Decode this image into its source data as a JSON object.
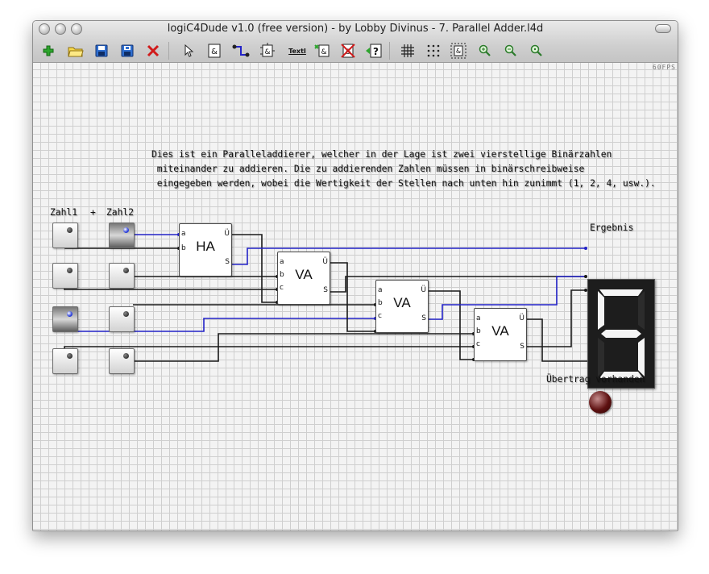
{
  "window": {
    "title": "logiC4Dude v1.0 (free version) - by Lobby Divinus - 7. Parallel Adder.l4d"
  },
  "toolbar": {
    "items": [
      {
        "name": "new-icon",
        "tooltip": "New"
      },
      {
        "name": "open-folder-icon",
        "tooltip": "Open"
      },
      {
        "name": "save-icon",
        "tooltip": "Save"
      },
      {
        "name": "save-as-icon",
        "tooltip": "Save As"
      },
      {
        "name": "delete-icon",
        "tooltip": "Delete"
      },
      {
        "name": "pointer-icon",
        "tooltip": "Select"
      },
      {
        "name": "and-gate-icon",
        "tooltip": "Gate"
      },
      {
        "name": "wire-icon",
        "tooltip": "Wire"
      },
      {
        "name": "component-icon",
        "tooltip": "Component"
      },
      {
        "name": "text-icon",
        "tooltip": "Text"
      },
      {
        "name": "edit-gate-icon",
        "tooltip": "Edit Gate"
      },
      {
        "name": "remove-gate-icon",
        "tooltip": "Remove Gate"
      },
      {
        "name": "help-icon",
        "tooltip": "Help"
      },
      {
        "name": "grid-icon",
        "tooltip": "Grid"
      },
      {
        "name": "dot-grid-icon",
        "tooltip": "Dot Grid"
      },
      {
        "name": "frame-icon",
        "tooltip": "Frame"
      },
      {
        "name": "zoom-in-icon",
        "tooltip": "Zoom In"
      },
      {
        "name": "zoom-out-icon",
        "tooltip": "Zoom Out"
      },
      {
        "name": "zoom-reset-icon",
        "tooltip": "Zoom Reset"
      }
    ],
    "text_label": "TextI"
  },
  "canvas": {
    "fps": "60FPS",
    "description": [
      "Dies ist ein Paralleladdierer, welcher in der Lage ist zwei vierstellige Binärzahlen",
      " miteinander zu addieren. Die zu addierenden Zahlen müssen in binärschreibweise",
      " eingegeben werden, wobei die Wertigkeit der Stellen nach unten hin zunimmt (1, 2, 4, usw.)."
    ],
    "input_labels": {
      "a": "Zahl1",
      "plus": "+",
      "b": "Zahl2"
    },
    "zahl1_bits": [
      false,
      false,
      true,
      false
    ],
    "zahl2_bits": [
      true,
      false,
      false,
      false
    ],
    "gates": [
      {
        "name": "HA",
        "pins_in": [
          "a",
          "b"
        ],
        "pins_out": [
          "Ü",
          "S"
        ]
      },
      {
        "name": "VA",
        "pins_in": [
          "a",
          "b",
          "c"
        ],
        "pins_out": [
          "Ü",
          "S"
        ]
      },
      {
        "name": "VA",
        "pins_in": [
          "a",
          "b",
          "c"
        ],
        "pins_out": [
          "Ü",
          "S"
        ]
      },
      {
        "name": "VA",
        "pins_in": [
          "a",
          "b",
          "c"
        ],
        "pins_out": [
          "Ü",
          "S"
        ]
      }
    ],
    "result_label": "Ergebnis",
    "result_digit": "5",
    "carry_label": "Übertrag vorhanden",
    "wire_colors": {
      "low": "#1a1a1a",
      "high": "#2323c8"
    }
  }
}
